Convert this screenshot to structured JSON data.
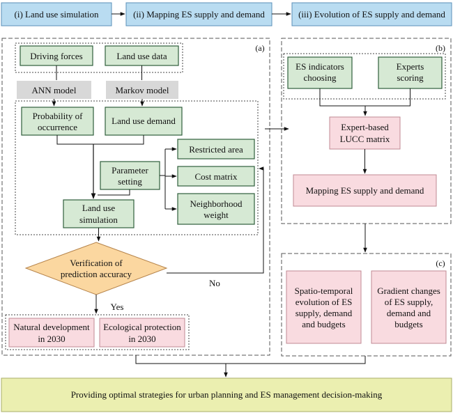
{
  "top_row": {
    "step1": "(i) Land use simulation",
    "step2": "(ii) Mapping ES supply and demand",
    "step3": "(iii) Evolution of ES supply and demand"
  },
  "panel_a": {
    "label": "(a)",
    "driving_forces": "Driving forces",
    "land_use_data": "Land use data",
    "ann_model": "ANN model",
    "markov_model": "Markov model",
    "probability_line1": "Probability of",
    "probability_line2": "occurrence",
    "land_use_demand": "Land use demand",
    "parameter_line1": "Parameter",
    "parameter_line2": "setting",
    "restricted_area": "Restricted area",
    "cost_matrix": "Cost matrix",
    "neighborhood_line1": "Neighborhood",
    "neighborhood_line2": "weight",
    "simulation_line1": "Land use",
    "simulation_line2": "simulation",
    "verification_line1": "Verification of",
    "verification_line2": "prediction accuracy",
    "no_label": "No",
    "yes_label": "Yes",
    "natural_line1": "Natural development",
    "natural_line2": "in 2030",
    "ecological_line1": "Ecological protection",
    "ecological_line2": "in 2030"
  },
  "panel_b": {
    "label": "(b)",
    "indicators_line1": "ES indicators",
    "indicators_line2": "choosing",
    "experts_line1": "Experts",
    "experts_line2": "scoring",
    "lucc_line1": "Expert-based",
    "lucc_line2": "LUCC matrix",
    "mapping": "Mapping ES supply and demand"
  },
  "panel_c": {
    "label": "(c)",
    "spatio_lines": [
      "Spatio-temporal",
      "evolution of ES",
      "supply, demand",
      "and budgets"
    ],
    "gradient_lines": [
      "Gradient changes",
      "of ES supply,",
      "demand and",
      "budgets"
    ]
  },
  "bottom": {
    "strategies": "Providing optimal strategies for urban planning and ES management decision-making"
  },
  "colors": {
    "blue_fill": "#b9dcf1",
    "green_fill": "#d6e9d4",
    "green_stroke": "#2f5e3c",
    "pink_fill": "#f9dbe0",
    "gray_fill": "#d8d8d8",
    "orange_fill": "#fbd7a0",
    "yellow_fill": "#ebefb0"
  }
}
